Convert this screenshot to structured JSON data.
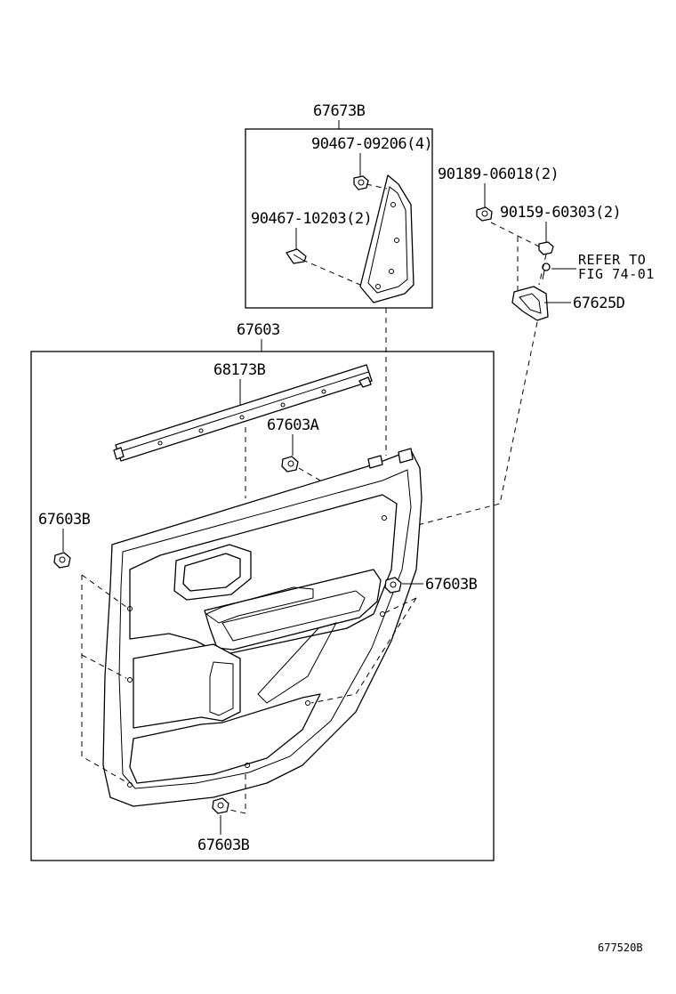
{
  "diagram": {
    "labels": {
      "kit_67673B": "67673B",
      "screw_90467_09206": "90467-09206(4)",
      "clip_90467_10203": "90467-10203(2)",
      "bolt_90189_06018": "90189-06018(2)",
      "screw_90159_60303": "90159-60303(2)",
      "refer_line1": "REFER TO",
      "refer_line2": "FIG 74-01",
      "bracket_67625D": "67625D",
      "panel_67603": "67603",
      "weatherstrip_68173B": "68173B",
      "clip_67603A": "67603A",
      "clip_67603B_left": "67603B",
      "clip_67603B_right": "67603B",
      "clip_67603B_bottom": "67603B",
      "figure_number": "677520B"
    }
  }
}
